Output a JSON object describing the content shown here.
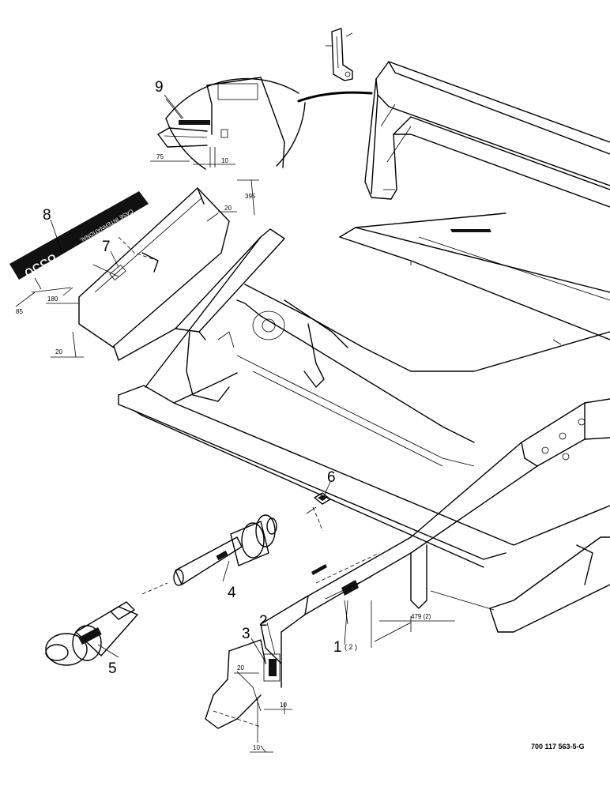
{
  "callouts": {
    "c1": "1",
    "c1_qty": "( 2 )",
    "c2": "2",
    "c3": "3",
    "c4": "4",
    "c5": "5",
    "c6": "6",
    "c7": "7",
    "c8": "8",
    "c9": "9"
  },
  "dimensions": {
    "d395": "395",
    "d20_top": "20",
    "d180": "180",
    "d85": "85",
    "d20_left": "20",
    "d75": "75",
    "d10_detail": "10",
    "d479": "479 (2)",
    "d20_bottom": "20",
    "d10_right": "10",
    "d10_bottom": "10"
  },
  "decal": {
    "model": "8350",
    "brand": "CASE INTERNATIONAL"
  },
  "reference_number": "700 117 563-5-G"
}
